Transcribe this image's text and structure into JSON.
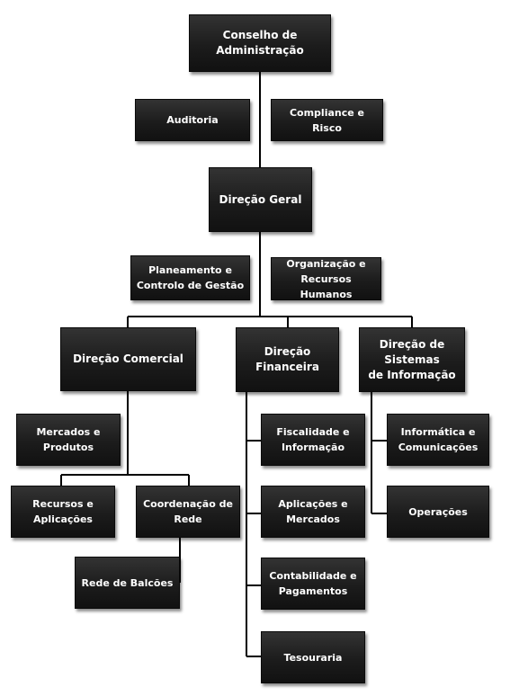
{
  "diagram": {
    "nodes": {
      "conselho": "Conselho de Administração",
      "auditoria": "Auditoria",
      "compliance": "Compliance e Risco",
      "direcao_geral": "Direção Geral",
      "planeamento": "Planeamento e\nControlo de Gestão",
      "organizacao": "Organização e\nRecursos Humanos",
      "dir_comercial": "Direção Comercial",
      "dir_financeira": "Direção Financeira",
      "dir_sistemas": "Direção de Sistemas\nde Informação",
      "mercados_produtos": "Mercados e\nProdutos",
      "recursos_aplicacoes": "Recursos e\nAplicações",
      "coordenacao_rede": "Coordenação de\nRede",
      "rede_balcoes": "Rede de Balcões",
      "fiscalidade": "Fiscalidade e\nInformação",
      "aplicacoes_mercados": "Aplicações e\nMercados",
      "contabilidade": "Contabilidade e\nPagamentos",
      "tesouraria": "Tesouraria",
      "informatica": "Informática e\nComunicações",
      "operacoes": "Operações"
    },
    "colors": {
      "box": "#1c1c1c",
      "text": "#ffffff",
      "line": "#000000"
    }
  }
}
